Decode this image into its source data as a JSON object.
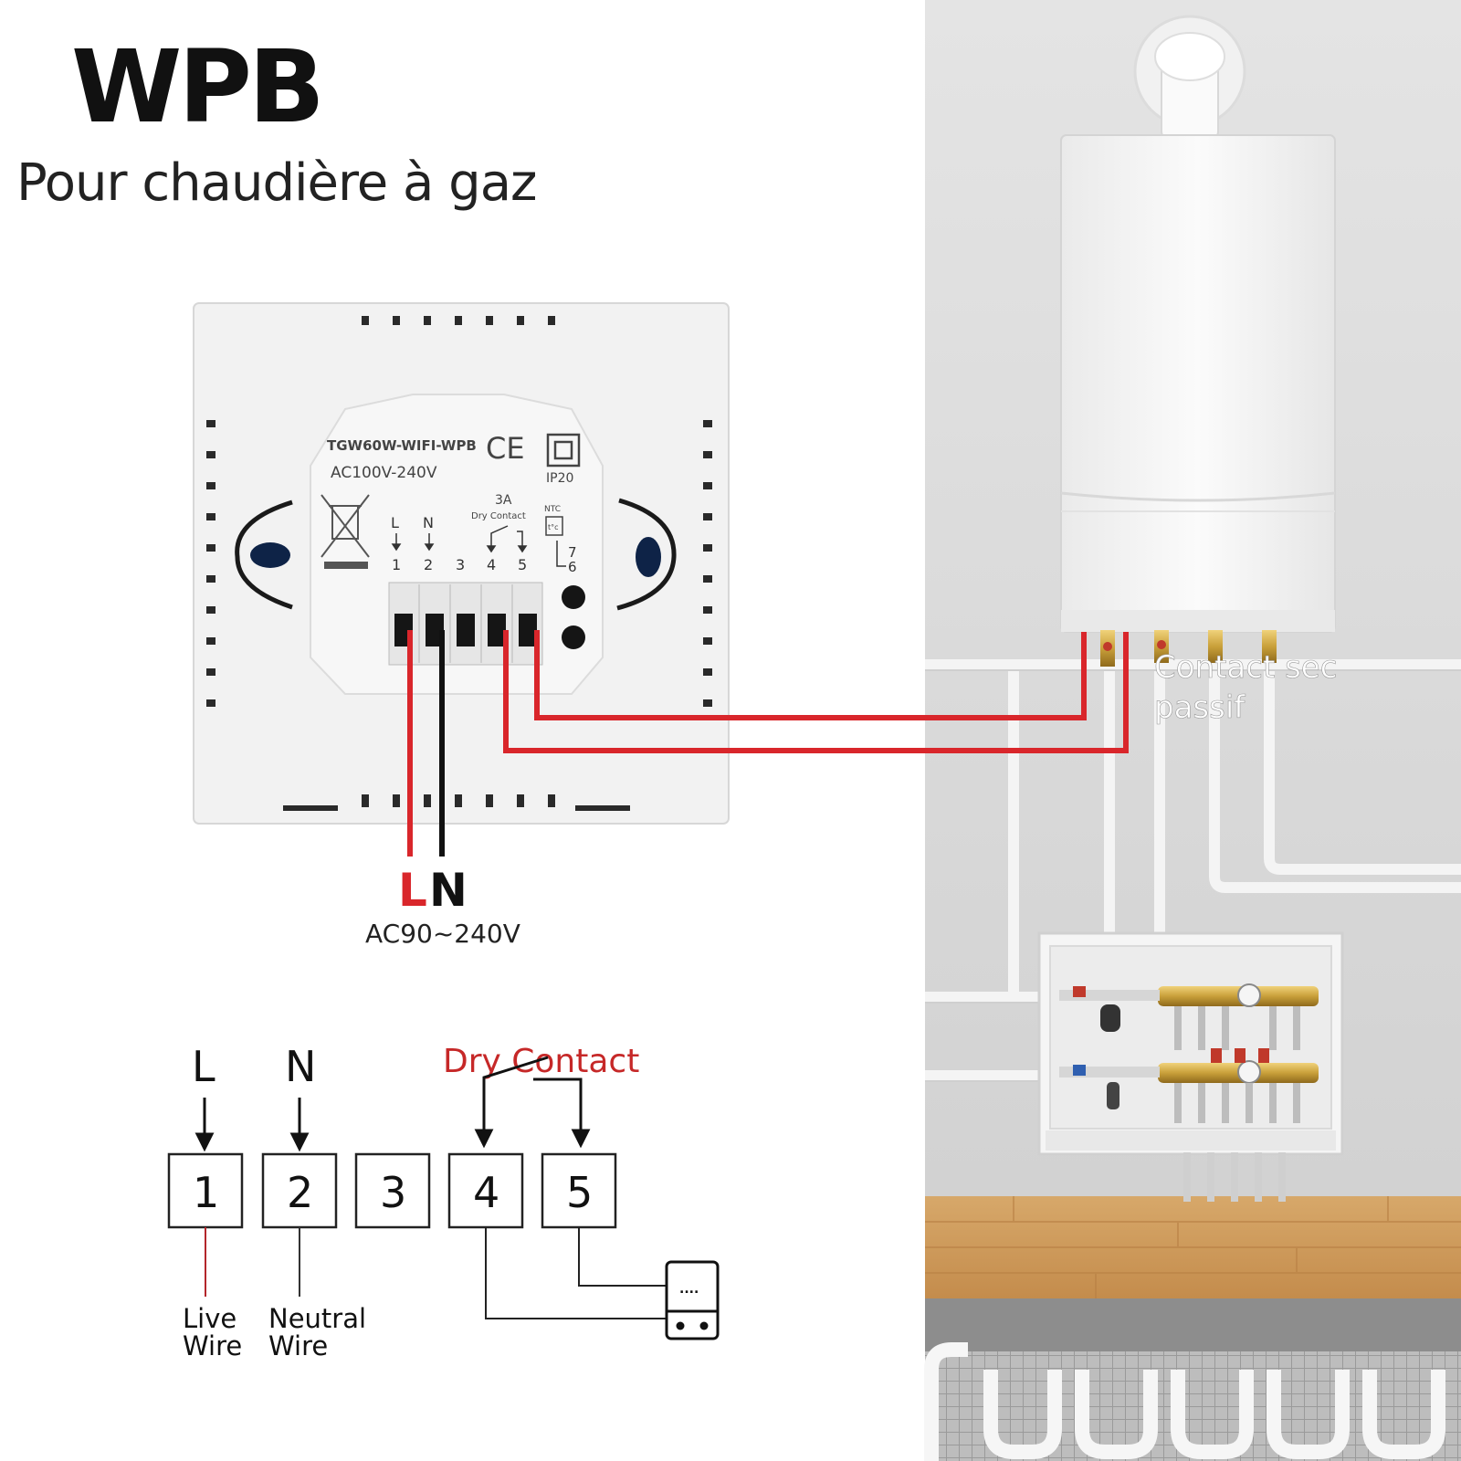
{
  "header": {
    "title": "WPB",
    "subtitle": "Pour chaudière à gaz"
  },
  "device": {
    "model": "TGW60W-WIFI-WPB",
    "voltage": "AC100V-240V",
    "ce_mark": "CE",
    "ip_rating": "IP20",
    "current_rating": "3A",
    "contact_type": "Dry Contact",
    "ntc_label": "NTC",
    "ntc_symbol": "t°c",
    "terminal_labels": {
      "l": "L",
      "n": "N"
    },
    "terminals": [
      "1",
      "2",
      "3",
      "4",
      "5"
    ],
    "ntc_terminals": [
      "7",
      "6"
    ]
  },
  "supply": {
    "l_label": "L",
    "n_label": "N",
    "voltage": "AC90~240V"
  },
  "boiler": {
    "annotation_line1": "Contact sec",
    "annotation_line2": "passif"
  },
  "schematic": {
    "l_label": "L",
    "n_label": "N",
    "dry_contact_label": "Dry Contact",
    "terminals": [
      "1",
      "2",
      "3",
      "4",
      "5"
    ],
    "live_wire_line1": "Live",
    "live_wire_line2": "Wire",
    "neutral_wire_line1": "Neutral",
    "neutral_wire_line2": "Wire",
    "boiler_dots": "...."
  },
  "colors": {
    "wire_red": "#d9262b",
    "wire_black": "#111111",
    "dry_contact_red": "#c62828"
  }
}
